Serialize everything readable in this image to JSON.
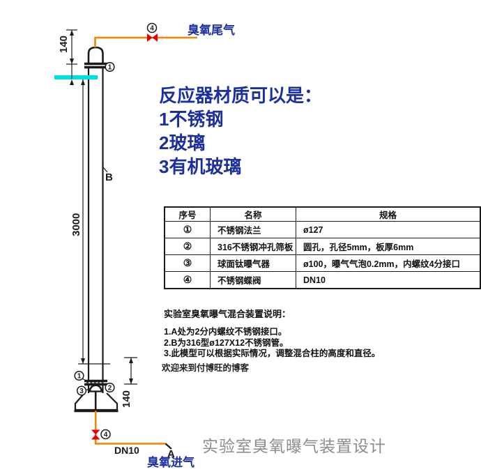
{
  "colors": {
    "ink": "#1a1a1a",
    "blue": "#1c2fa0",
    "orange": "#f08500",
    "red": "#e40000",
    "cyan": "#00dfe0",
    "title_gray": "#8c8c8c"
  },
  "diagram": {
    "ozone_outlet_label": "臭氧尾气",
    "ozone_inlet_label": "臭氧进气",
    "pipe_size_label": "DN10",
    "point_a_label": "A",
    "point_b_label": "B",
    "dim_cap": "140",
    "dim_column": "3000",
    "dim_base": "140",
    "tag_flange": "1",
    "tag_sieve_plate": "2",
    "tag_aerator": "3",
    "tag_valve": "4"
  },
  "material_note": {
    "title": "反应器材质可以是：",
    "items": [
      "1不锈钢",
      "2玻璃",
      "3有机玻璃"
    ]
  },
  "parts_table": {
    "headers": [
      "序号",
      "名称",
      "规格"
    ],
    "rows": [
      [
        "①",
        "不锈钢法兰",
        "ø127"
      ],
      [
        "②",
        "316不锈钢冲孔筛板",
        "圆孔，孔径5mm，板厚6mm"
      ],
      [
        "③",
        "球面钛曝气器",
        "ø100，曝气气泡0.2mm，内螺纹4分接口"
      ],
      [
        "④",
        "不锈钢蝶阀",
        "DN10"
      ]
    ]
  },
  "notes": {
    "title": "实验室臭氧曝气混合装置说明：",
    "lines": [
      "1.A处为2分内螺纹不锈钢接口。",
      "2.B为316型ø127X12不锈钢管。",
      "3.此模型可以根据实际情况，调整混合柱的高度和直径。"
    ]
  },
  "watermark": "欢迎来到付博旺的博客",
  "drawing_title": "实验室臭氧曝气装置设计"
}
